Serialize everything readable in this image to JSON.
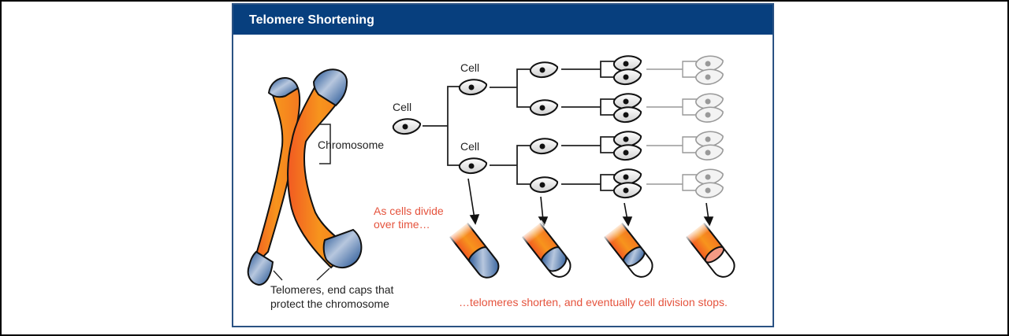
{
  "title": "Telomere Shortening",
  "labels": {
    "chromosome": "Chromosome",
    "cell_root": "Cell",
    "cell_top": "Cell",
    "cell_bottom": "Cell",
    "telomeres_line1": "Telomeres, end caps that",
    "telomeres_line2": "protect the chromosome",
    "divide_line1": "As cells divide",
    "divide_line2": "over time…",
    "shorten": "…telomeres shorten, and eventually cell division stops."
  },
  "colors": {
    "title_bar": "#073f7e",
    "chromosome": "#f7861e",
    "telomere": "#2f5f9e",
    "annotation_red": "#e5533d",
    "worn_telomere": "#f49a84"
  },
  "tips": [
    {
      "stage": 1,
      "telomere_remaining": 1.0
    },
    {
      "stage": 2,
      "telomere_remaining": 0.7
    },
    {
      "stage": 3,
      "telomere_remaining": 0.45
    },
    {
      "stage": 4,
      "telomere_remaining": 0.0
    }
  ]
}
